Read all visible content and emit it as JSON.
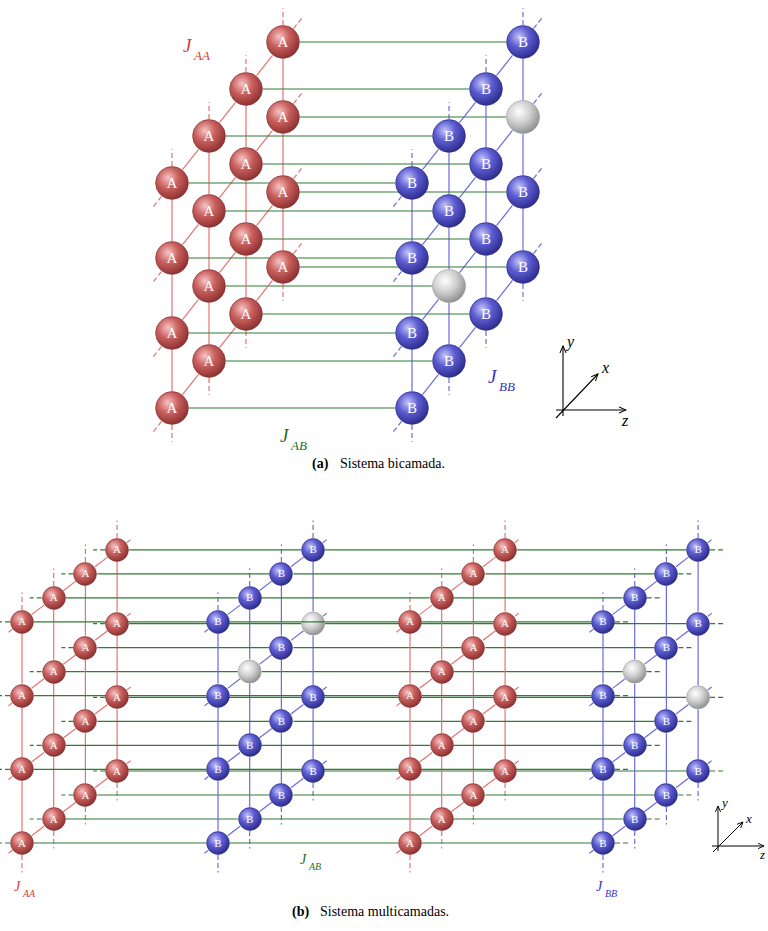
{
  "diagram": {
    "nodes": [
      {
        "text": [
          "A"
        ]
      },
      {
        "text": [
          "A"
        ]
      },
      {
        "text": [
          "A"
        ]
      },
      {
        "text": [
          "A"
        ]
      },
      {
        "text": [
          "A"
        ]
      },
      {
        "text": [
          "A"
        ]
      },
      {
        "text": [
          "A"
        ]
      },
      {
        "text": [
          "A"
        ]
      },
      {
        "text": [
          "A"
        ]
      },
      {
        "text": [
          "A"
        ]
      },
      {
        "text": [
          "A"
        ]
      },
      {
        "text": [
          "A"
        ]
      },
      {
        "text": [
          "A"
        ]
      },
      {
        "text": [
          "A"
        ]
      },
      {
        "text": [
          "A"
        ]
      },
      {
        "text": [
          "A"
        ]
      },
      {
        "text": [
          "B"
        ]
      },
      {
        "text": [
          "B"
        ]
      },
      {
        "text": [
          "B"
        ]
      },
      {
        "text": [
          "B"
        ]
      },
      {
        "text": [
          "B"
        ]
      },
      {
        "text": [
          "B"
        ]
      },
      {
        "text": [
          "B"
        ]
      },
      {
        "text": [
          "B"
        ]
      },
      {
        "text": [
          "B"
        ]
      },
      {
        "text": [
          "B"
        ]
      },
      {
        "text": [
          "B"
        ]
      },
      {
        "text": [
          "B"
        ]
      },
      {
        "text": [
          "B"
        ]
      },
      {
        "text": [
          "B"
        ]
      },
      {
        "text": [
          "A"
        ]
      },
      {
        "text": [
          "A"
        ]
      },
      {
        "text": [
          "A"
        ]
      },
      {
        "text": [
          "A"
        ]
      },
      {
        "text": [
          "A"
        ]
      },
      {
        "text": [
          "A"
        ]
      },
      {
        "text": [
          "A"
        ]
      },
      {
        "text": [
          "A"
        ]
      },
      {
        "text": [
          "A"
        ]
      },
      {
        "text": [
          "A"
        ]
      },
      {
        "text": [
          "A"
        ]
      },
      {
        "text": [
          "A"
        ]
      },
      {
        "text": [
          "A"
        ]
      },
      {
        "text": [
          "A"
        ]
      },
      {
        "text": [
          "A"
        ]
      },
      {
        "text": [
          "A"
        ]
      },
      {
        "text": [
          "B"
        ]
      },
      {
        "text": [
          "B"
        ]
      },
      {
        "text": [
          "B"
        ]
      },
      {
        "text": [
          "B"
        ]
      },
      {
        "text": [
          "B"
        ]
      },
      {
        "text": [
          "B"
        ]
      },
      {
        "text": [
          "B"
        ]
      },
      {
        "text": [
          "B"
        ]
      },
      {
        "text": [
          "B"
        ]
      },
      {
        "text": [
          "B"
        ]
      },
      {
        "text": [
          "B"
        ]
      },
      {
        "text": [
          "B"
        ]
      },
      {
        "text": [
          "B"
        ]
      },
      {
        "text": [
          "B"
        ]
      },
      {
        "text": [
          "A"
        ]
      },
      {
        "text": [
          "A"
        ]
      },
      {
        "text": [
          "A"
        ]
      },
      {
        "text": [
          "A"
        ]
      },
      {
        "text": [
          "A"
        ]
      },
      {
        "text": [
          "A"
        ]
      },
      {
        "text": [
          "A"
        ]
      },
      {
        "text": [
          "A"
        ]
      },
      {
        "text": [
          "A"
        ]
      },
      {
        "text": [
          "A"
        ]
      },
      {
        "text": [
          "A"
        ]
      },
      {
        "text": [
          "A"
        ]
      },
      {
        "text": [
          "A"
        ]
      },
      {
        "text": [
          "A"
        ]
      },
      {
        "text": [
          "A"
        ]
      },
      {
        "text": [
          "A"
        ]
      },
      {
        "text": [
          "B"
        ]
      },
      {
        "text": [
          "B"
        ]
      },
      {
        "text": [
          "B"
        ]
      },
      {
        "text": [
          "B"
        ]
      },
      {
        "text": [
          "B"
        ]
      },
      {
        "text": [
          "B"
        ]
      },
      {
        "text": [
          "B"
        ]
      },
      {
        "text": [
          "B"
        ]
      },
      {
        "text": [
          "B"
        ]
      },
      {
        "text": [
          "B"
        ]
      },
      {
        "text": [
          "B"
        ]
      },
      {
        "text": [
          "B"
        ]
      },
      {
        "text": [
          "B"
        ]
      },
      {
        "text": [
          "B"
        ]
      }
    ],
    "edges": [
      {
        "from": 0,
        "to": 4,
        "arrow": "none"
      },
      {
        "from": 4,
        "to": 8,
        "arrow": "none"
      },
      {
        "from": 8,
        "to": 12,
        "arrow": "none"
      },
      {
        "from": 1,
        "to": 5,
        "arrow": "none"
      },
      {
        "from": 5,
        "to": 9,
        "arrow": "none"
      },
      {
        "from": 9,
        "to": 13,
        "arrow": "none"
      },
      {
        "from": 2,
        "to": 6,
        "arrow": "none"
      },
      {
        "from": 6,
        "to": 10,
        "arrow": "none"
      },
      {
        "from": 10,
        "to": 14,
        "arrow": "none"
      },
      {
        "from": 3,
        "to": 7,
        "arrow": "none"
      },
      {
        "from": 7,
        "to": 11,
        "arrow": "none"
      },
      {
        "from": 11,
        "to": 15,
        "arrow": "none"
      },
      {
        "from": 0,
        "to": 1,
        "arrow": "none"
      },
      {
        "from": 1,
        "to": 2,
        "arrow": "none"
      },
      {
        "from": 2,
        "to": 3,
        "arrow": "none"
      },
      {
        "from": 4,
        "to": 5,
        "arrow": "none"
      },
      {
        "from": 5,
        "to": 6,
        "arrow": "none"
      },
      {
        "from": 6,
        "to": 7,
        "arrow": "none"
      },
      {
        "from": 8,
        "to": 9,
        "arrow": "none"
      },
      {
        "from": 9,
        "to": 10,
        "arrow": "none"
      },
      {
        "from": 10,
        "to": 11,
        "arrow": "none"
      },
      {
        "from": 12,
        "to": 13,
        "arrow": "none"
      },
      {
        "from": 13,
        "to": 14,
        "arrow": "none"
      },
      {
        "from": 14,
        "to": 15,
        "arrow": "none"
      },
      {
        "from": 16,
        "to": 20,
        "arrow": "none"
      },
      {
        "from": 20,
        "to": 23,
        "arrow": "none"
      },
      {
        "from": 23,
        "to": 27,
        "arrow": "none"
      },
      {
        "from": 24,
        "to": 28,
        "arrow": "none"
      },
      {
        "from": 18,
        "to": 21,
        "arrow": "none"
      },
      {
        "from": 21,
        "to": 25,
        "arrow": "none"
      },
      {
        "from": 19,
        "to": 22,
        "arrow": "none"
      },
      {
        "from": 22,
        "to": 26,
        "arrow": "none"
      },
      {
        "from": 26,
        "to": 29,
        "arrow": "none"
      },
      {
        "from": 16,
        "to": 17,
        "arrow": "none"
      },
      {
        "from": 17,
        "to": 18,
        "arrow": "none"
      },
      {
        "from": 18,
        "to": 19,
        "arrow": "none"
      },
      {
        "from": 21,
        "to": 22,
        "arrow": "none"
      },
      {
        "from": 23,
        "to": 24,
        "arrow": "none"
      },
      {
        "from": 24,
        "to": 25,
        "arrow": "none"
      },
      {
        "from": 25,
        "to": 26,
        "arrow": "none"
      },
      {
        "from": 27,
        "to": 28,
        "arrow": "none"
      },
      {
        "from": 0,
        "to": 16,
        "arrow": "none"
      },
      {
        "from": 1,
        "to": 17,
        "arrow": "none"
      },
      {
        "from": 2,
        "to": 18,
        "arrow": "none"
      },
      {
        "from": 3,
        "to": 19,
        "arrow": "none"
      },
      {
        "from": 4,
        "to": 20,
        "arrow": "none"
      },
      {
        "from": 6,
        "to": 21,
        "arrow": "none"
      },
      {
        "from": 7,
        "to": 22,
        "arrow": "none"
      },
      {
        "from": 8,
        "to": 23,
        "arrow": "none"
      },
      {
        "from": 9,
        "to": 24,
        "arrow": "none"
      },
      {
        "from": 10,
        "to": 25,
        "arrow": "none"
      },
      {
        "from": 11,
        "to": 26,
        "arrow": "none"
      },
      {
        "from": 12,
        "to": 27,
        "arrow": "none"
      },
      {
        "from": 13,
        "to": 28,
        "arrow": "none"
      },
      {
        "from": 15,
        "to": 29,
        "arrow": "none"
      },
      {
        "from": 30,
        "to": 34,
        "arrow": "none"
      },
      {
        "from": 34,
        "to": 38,
        "arrow": "none"
      },
      {
        "from": 38,
        "to": 42,
        "arrow": "none"
      },
      {
        "from": 31,
        "to": 35,
        "arrow": "none"
      },
      {
        "from": 35,
        "to": 39,
        "arrow": "none"
      },
      {
        "from": 39,
        "to": 43,
        "arrow": "none"
      },
      {
        "from": 32,
        "to": 36,
        "arrow": "none"
      },
      {
        "from": 36,
        "to": 40,
        "arrow": "none"
      },
      {
        "from": 40,
        "to": 44,
        "arrow": "none"
      },
      {
        "from": 33,
        "to": 37,
        "arrow": "none"
      },
      {
        "from": 37,
        "to": 41,
        "arrow": "none"
      },
      {
        "from": 41,
        "to": 45,
        "arrow": "none"
      },
      {
        "from": 30,
        "to": 31,
        "arrow": "none"
      },
      {
        "from": 31,
        "to": 32,
        "arrow": "none"
      },
      {
        "from": 32,
        "to": 33,
        "arrow": "none"
      },
      {
        "from": 34,
        "to": 35,
        "arrow": "none"
      },
      {
        "from": 35,
        "to": 36,
        "arrow": "none"
      },
      {
        "from": 36,
        "to": 37,
        "arrow": "none"
      },
      {
        "from": 38,
        "to": 39,
        "arrow": "none"
      },
      {
        "from": 39,
        "to": 40,
        "arrow": "none"
      },
      {
        "from": 40,
        "to": 41,
        "arrow": "none"
      },
      {
        "from": 42,
        "to": 43,
        "arrow": "none"
      },
      {
        "from": 43,
        "to": 44,
        "arrow": "none"
      },
      {
        "from": 44,
        "to": 45,
        "arrow": "none"
      },
      {
        "from": 30,
        "to": 46,
        "arrow": "none"
      },
      {
        "from": 31,
        "to": 47,
        "arrow": "none"
      },
      {
        "from": 32,
        "to": 48,
        "arrow": "none"
      },
      {
        "from": 33,
        "to": 49,
        "arrow": "none"
      },
      {
        "from": 34,
        "to": 50,
        "arrow": "none"
      },
      {
        "from": 35,
        "to": 51,
        "arrow": "none"
      },
      {
        "from": 37,
        "to": 52,
        "arrow": "none"
      },
      {
        "from": 38,
        "to": 53,
        "arrow": "none"
      },
      {
        "from": 39,
        "to": 54,
        "arrow": "none"
      },
      {
        "from": 40,
        "to": 55,
        "arrow": "none"
      },
      {
        "from": 41,
        "to": 56,
        "arrow": "none"
      },
      {
        "from": 42,
        "to": 57,
        "arrow": "none"
      },
      {
        "from": 43,
        "to": 58,
        "arrow": "none"
      },
      {
        "from": 45,
        "to": 59,
        "arrow": "none"
      },
      {
        "from": 46,
        "to": 50,
        "arrow": "none"
      },
      {
        "from": 50,
        "to": 53,
        "arrow": "none"
      },
      {
        "from": 53,
        "to": 57,
        "arrow": "none"
      },
      {
        "from": 47,
        "to": 51,
        "arrow": "none"
      },
      {
        "from": 51,
        "to": 54,
        "arrow": "none"
      },
      {
        "from": 54,
        "to": 58,
        "arrow": "none"
      },
      {
        "from": 49,
        "to": 52,
        "arrow": "none"
      },
      {
        "from": 52,
        "to": 56,
        "arrow": "none"
      },
      {
        "from": 56,
        "to": 59,
        "arrow": "none"
      },
      {
        "from": 46,
        "to": 47,
        "arrow": "none"
      },
      {
        "from": 47,
        "to": 48,
        "arrow": "none"
      },
      {
        "from": 48,
        "to": 49,
        "arrow": "none"
      },
      {
        "from": 50,
        "to": 51,
        "arrow": "none"
      },
      {
        "from": 53,
        "to": 54,
        "arrow": "none"
      },
      {
        "from": 54,
        "to": 55,
        "arrow": "none"
      },
      {
        "from": 55,
        "to": 56,
        "arrow": "none"
      },
      {
        "from": 57,
        "to": 58,
        "arrow": "none"
      },
      {
        "from": 46,
        "to": 60,
        "arrow": "none"
      },
      {
        "from": 47,
        "to": 61,
        "arrow": "none"
      },
      {
        "from": 48,
        "to": 62,
        "arrow": "none"
      },
      {
        "from": 49,
        "to": 63,
        "arrow": "none"
      },
      {
        "from": 50,
        "to": 64,
        "arrow": "none"
      },
      {
        "from": 51,
        "to": 65,
        "arrow": "none"
      },
      {
        "from": 52,
        "to": 67,
        "arrow": "none"
      },
      {
        "from": 53,
        "to": 68,
        "arrow": "none"
      },
      {
        "from": 54,
        "to": 69,
        "arrow": "none"
      },
      {
        "from": 55,
        "to": 70,
        "arrow": "none"
      },
      {
        "from": 56,
        "to": 71,
        "arrow": "none"
      },
      {
        "from": 57,
        "to": 72,
        "arrow": "none"
      },
      {
        "from": 58,
        "to": 73,
        "arrow": "none"
      },
      {
        "from": 59,
        "to": 75,
        "arrow": "none"
      },
      {
        "from": 60,
        "to": 64,
        "arrow": "none"
      },
      {
        "from": 64,
        "to": 68,
        "arrow": "none"
      },
      {
        "from": 68,
        "to": 72,
        "arrow": "none"
      },
      {
        "from": 61,
        "to": 65,
        "arrow": "none"
      },
      {
        "from": 65,
        "to": 69,
        "arrow": "none"
      },
      {
        "from": 69,
        "to": 73,
        "arrow": "none"
      },
      {
        "from": 62,
        "to": 66,
        "arrow": "none"
      },
      {
        "from": 66,
        "to": 70,
        "arrow": "none"
      },
      {
        "from": 70,
        "to": 74,
        "arrow": "none"
      },
      {
        "from": 63,
        "to": 67,
        "arrow": "none"
      },
      {
        "from": 67,
        "to": 71,
        "arrow": "none"
      },
      {
        "from": 71,
        "to": 75,
        "arrow": "none"
      },
      {
        "from": 60,
        "to": 61,
        "arrow": "none"
      },
      {
        "from": 61,
        "to": 62,
        "arrow": "none"
      },
      {
        "from": 62,
        "to": 63,
        "arrow": "none"
      },
      {
        "from": 64,
        "to": 65,
        "arrow": "none"
      },
      {
        "from": 65,
        "to": 66,
        "arrow": "none"
      },
      {
        "from": 66,
        "to": 67,
        "arrow": "none"
      },
      {
        "from": 68,
        "to": 69,
        "arrow": "none"
      },
      {
        "from": 69,
        "to": 70,
        "arrow": "none"
      },
      {
        "from": 70,
        "to": 71,
        "arrow": "none"
      },
      {
        "from": 72,
        "to": 73,
        "arrow": "none"
      },
      {
        "from": 73,
        "to": 74,
        "arrow": "none"
      },
      {
        "from": 74,
        "to": 75,
        "arrow": "none"
      },
      {
        "from": 60,
        "to": 76,
        "arrow": "none"
      },
      {
        "from": 61,
        "to": 77,
        "arrow": "none"
      },
      {
        "from": 62,
        "to": 78,
        "arrow": "none"
      },
      {
        "from": 63,
        "to": 79,
        "arrow": "none"
      },
      {
        "from": 64,
        "to": 80,
        "arrow": "none"
      },
      {
        "from": 65,
        "to": 81,
        "arrow": "none"
      },
      {
        "from": 67,
        "to": 82,
        "arrow": "none"
      },
      {
        "from": 68,
        "to": 83,
        "arrow": "none"
      },
      {
        "from": 69,
        "to": 84,
        "arrow": "none"
      },
      {
        "from": 70,
        "to": 85,
        "arrow": "none"
      },
      {
        "from": 71,
        "to": 86,
        "arrow": "none"
      },
      {
        "from": 72,
        "to": 87,
        "arrow": "none"
      },
      {
        "from": 74,
        "to": 88,
        "arrow": "none"
      },
      {
        "from": 75,
        "to": 89,
        "arrow": "none"
      },
      {
        "from": 76,
        "to": 80,
        "arrow": "none"
      },
      {
        "from": 80,
        "to": 83,
        "arrow": "none"
      },
      {
        "from": 83,
        "to": 87,
        "arrow": "none"
      },
      {
        "from": 77,
        "to": 81,
        "arrow": "none"
      },
      {
        "from": 81,
        "to": 84,
        "arrow": "none"
      },
      {
        "from": 85,
        "to": 88,
        "arrow": "none"
      },
      {
        "from": 79,
        "to": 82,
        "arrow": "none"
      },
      {
        "from": 82,
        "to": 86,
        "arrow": "none"
      },
      {
        "from": 86,
        "to": 89,
        "arrow": "none"
      },
      {
        "from": 76,
        "to": 77,
        "arrow": "none"
      },
      {
        "from": 77,
        "to": 78,
        "arrow": "none"
      },
      {
        "from": 78,
        "to": 79,
        "arrow": "none"
      },
      {
        "from": 80,
        "to": 81,
        "arrow": "none"
      },
      {
        "from": 83,
        "to": 84,
        "arrow": "none"
      },
      {
        "from": 84,
        "to": 85,
        "arrow": "none"
      },
      {
        "from": 85,
        "to": 86,
        "arrow": "none"
      },
      {
        "from": 88,
        "to": 89,
        "arrow": "none"
      }
    ],
    "labels": [
      "J",
      "AA",
      "J",
      "BB",
      "J",
      "AB",
      "y",
      "x",
      "z",
      "(a)",
      "Sistema bicamada.",
      "J",
      "AB",
      "J",
      "AA",
      "J",
      "BB",
      "y",
      "x",
      "z",
      "(b)",
      "Sistema multicamadas."
    ]
  }
}
